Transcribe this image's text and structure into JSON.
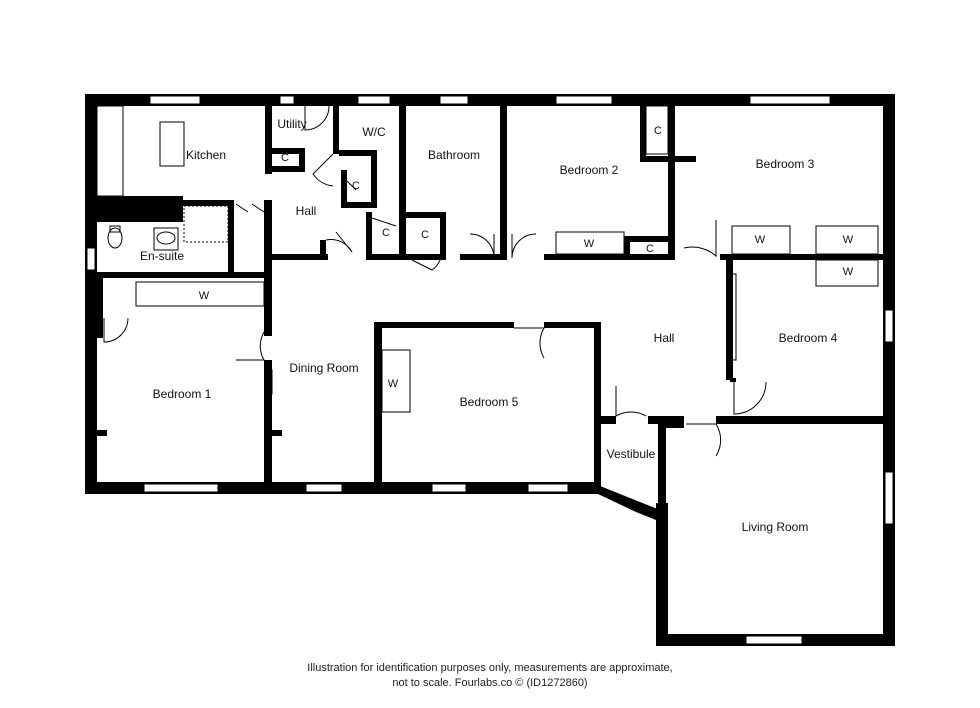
{
  "rooms": {
    "kitchen": "Kitchen",
    "utility": "Utility",
    "wc": "W/C",
    "bathroom": "Bathroom",
    "bedroom2": "Bedroom 2",
    "bedroom3": "Bedroom 3",
    "hall_upper": "Hall",
    "ensuite": "En-suite",
    "bedroom1": "Bedroom 1",
    "dining": "Dining Room",
    "bedroom5": "Bedroom 5",
    "hall_main": "Hall",
    "bedroom4": "Bedroom 4",
    "vestibule": "Vestibule",
    "living": "Living Room"
  },
  "cupboard_label": "C",
  "wardrobe_label": "W",
  "disclaimer": {
    "line1": "Illustration for identification purposes only, measurements are approximate,",
    "line2": "not to scale. Fourlabs.co © (ID1272860)"
  }
}
